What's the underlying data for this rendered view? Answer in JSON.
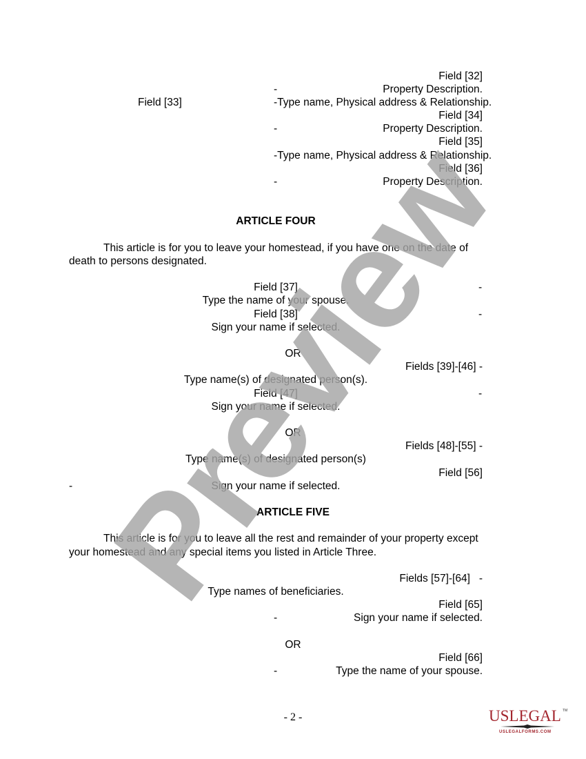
{
  "article_three_tail": {
    "rows": [
      {
        "field": "Field [32]",
        "dash": "-",
        "instruction": "Property Description."
      },
      {
        "left_field": "Field [33]",
        "instruction": "-Type name, Physical address & Relationship."
      },
      {
        "field": "Field [34]",
        "dash": "-",
        "instruction": "Property Description."
      },
      {
        "field": "Field [35]",
        "instruction": "-Type name, Physical address & Relationship."
      },
      {
        "field": "Field [36]",
        "dash": "-",
        "instruction": "Property Description."
      }
    ]
  },
  "article_four": {
    "heading": "ARTICLE FOUR",
    "paragraph_line1": "This article is for you to leave your homestead, if you have one on the date of",
    "paragraph_line2": "death to persons designated.",
    "items": [
      {
        "field": "Field [37]",
        "dash": "-",
        "instruction": "Type the name of your spouse."
      },
      {
        "field": "Field [38]",
        "dash": "-",
        "instruction": "Sign your name if selected."
      },
      {
        "or": "OR"
      },
      {
        "field": "Fields [39]-[46] -",
        "instruction": "Type name(s) of designated person(s)."
      },
      {
        "field": "Field [47]",
        "dash": "-",
        "instruction": "Sign your name if selected."
      },
      {
        "or": "OR"
      },
      {
        "field": "Fields [48]-[55] -",
        "instruction": "Type name(s) of designated person(s)"
      },
      {
        "field": "Field [56]",
        "dash": "-",
        "instruction": "Sign your name if selected."
      }
    ]
  },
  "article_five": {
    "heading": "ARTICLE FIVE",
    "paragraph_line1": "This article is for you to leave all the rest and remainder of your property except",
    "paragraph_line2": "your homestead and any special items you listed in Article Three.",
    "items": [
      {
        "field": "Fields [57]-[64]   -",
        "instruction": "Type names of beneficiaries."
      },
      {
        "field": "Field [65]",
        "dash": "-",
        "instruction": "Sign your name if selected."
      },
      {
        "or": "OR"
      },
      {
        "field": "Field [66]",
        "dash": "-",
        "instruction": "Type the name of your spouse."
      }
    ]
  },
  "watermark": "Preview",
  "footer": {
    "page_number": "- 2 -",
    "logo_text": "USLEGAL",
    "logo_tm": "TM",
    "logo_url": "USLEGALFORMS.COM",
    "brand_color": "#a3262e"
  }
}
